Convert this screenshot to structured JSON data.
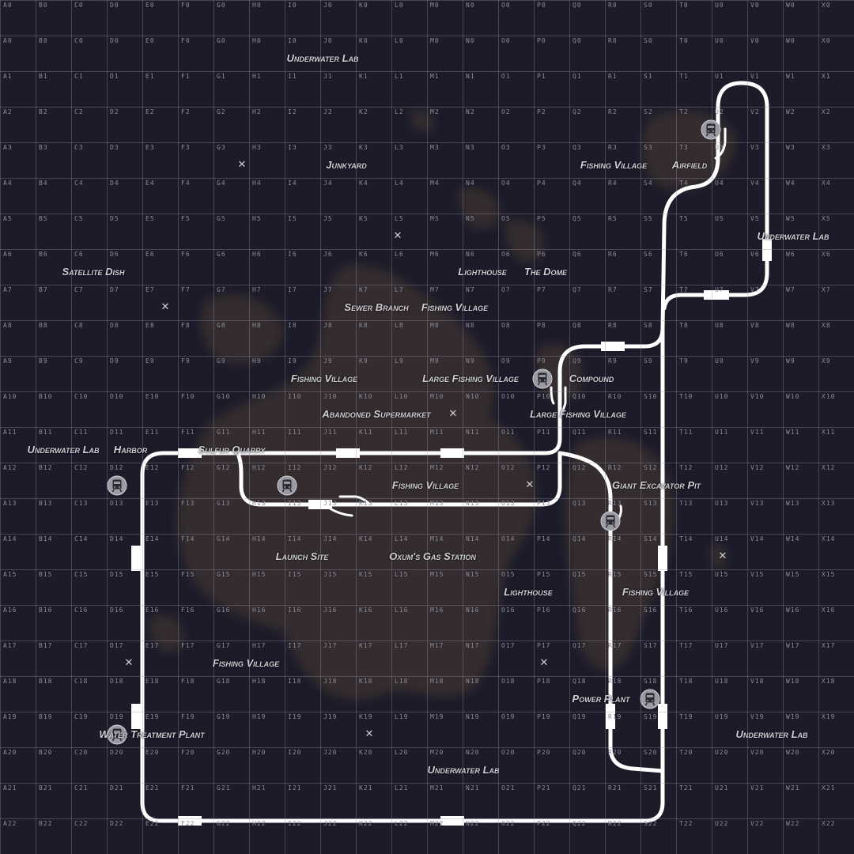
{
  "map": {
    "background_color": "#1b1b2a",
    "rail_color": "#ffffff",
    "label_color": "#cfcfd6",
    "grid": {
      "columns": [
        "A",
        "B",
        "C",
        "D",
        "E",
        "F",
        "G",
        "H",
        "I",
        "J",
        "K",
        "L",
        "M",
        "N",
        "O",
        "P",
        "Q",
        "R",
        "S",
        "T",
        "U",
        "V",
        "W",
        "X"
      ],
      "rows": [
        0,
        0,
        1,
        2,
        3,
        4,
        5,
        6,
        7,
        8,
        9,
        10,
        11,
        12,
        13,
        14,
        15,
        16,
        17,
        18,
        19,
        20,
        21,
        22
      ]
    },
    "places": [
      "Underwater Lab",
      "Junkyard",
      "Fishing Village",
      "Airfield",
      "Underwater Lab",
      "Satellite Dish",
      "The Dome",
      "Lighthouse",
      "Fishing Village",
      "Sewer Branch",
      "Large Fishing Village",
      "Compound",
      "Fishing Village",
      "Abandoned Supermarket",
      "Large Fishing Village",
      "Underwater Lab",
      "Sulfur Quarry",
      "Harbor",
      "Giant Excavator Pit",
      "Fishing Village",
      "Launch Site",
      "Oxum's Gas Station",
      "Lighthouse",
      "Fishing Village",
      "Fishing Village",
      "Power Plant",
      "Water Treatment Plant",
      "Underwater Lab",
      "Underwater Lab"
    ],
    "marker_glyph": "✕",
    "marker_icon": "x-marker-icon",
    "station_icon": "train-station-icon"
  }
}
